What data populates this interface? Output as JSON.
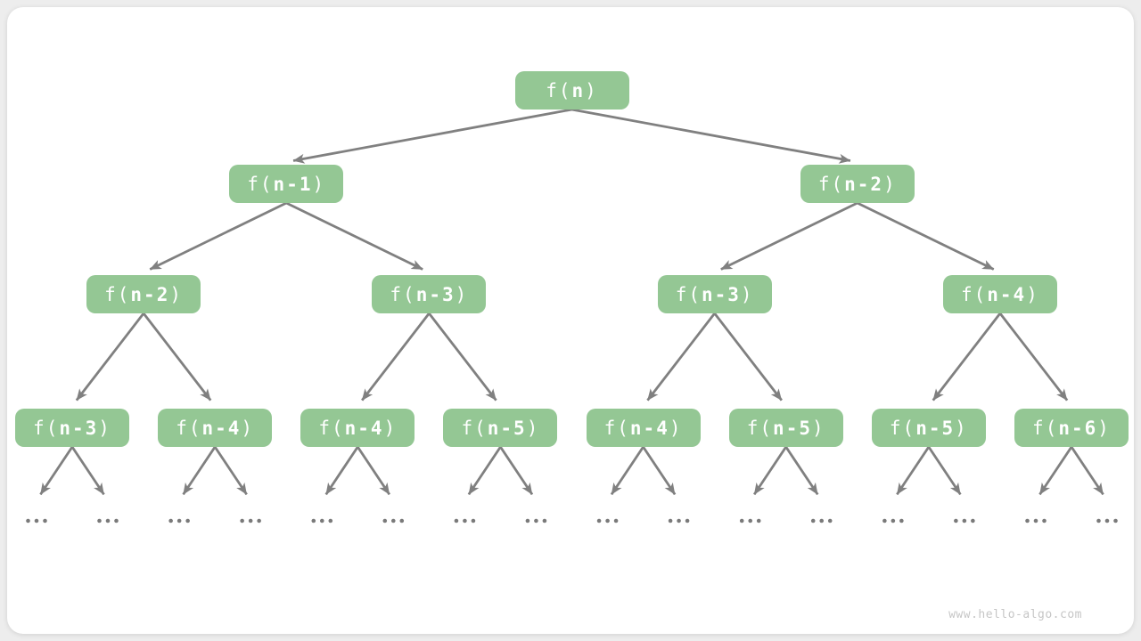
{
  "page": {
    "watermark": "www.hello-algo.com"
  },
  "colors": {
    "page_bg": "#EDEDED",
    "card_bg": "#FFFFFF",
    "node_fill": "#94C794",
    "node_text": "#FFFFFF",
    "edge": "#808080",
    "dot": "#7A7A7A",
    "watermark": "#C6C6C6"
  },
  "diagram": {
    "type": "recursion-tree",
    "levels": [
      [
        "f(n)"
      ],
      [
        "f(n-1)",
        "f(n-2)"
      ],
      [
        "f(n-2)",
        "f(n-3)",
        "f(n-3)",
        "f(n-4)"
      ],
      [
        "f(n-3)",
        "f(n-4)",
        "f(n-4)",
        "f(n-5)",
        "f(n-4)",
        "f(n-5)",
        "f(n-5)",
        "f(n-6)"
      ]
    ],
    "leaf_label": "..."
  }
}
